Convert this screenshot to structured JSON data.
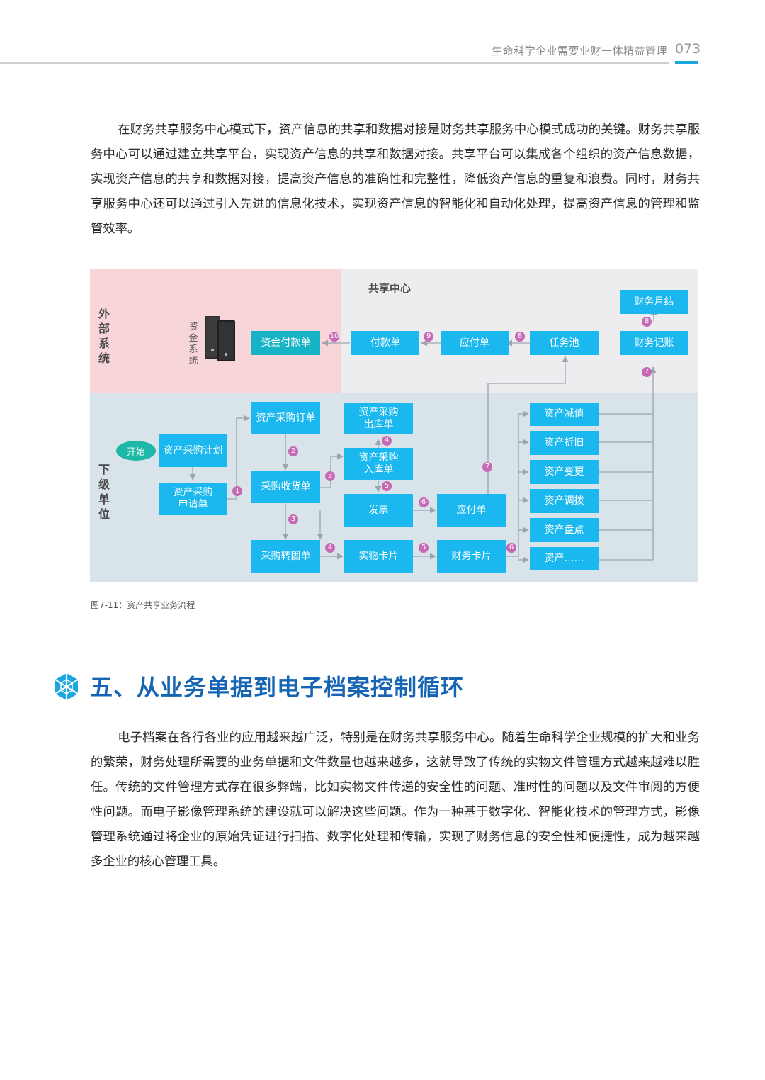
{
  "header": {
    "title": "生命科学企业需要业财一体精益管理",
    "page_number": "073"
  },
  "paragraph1": "在财务共享服务中心模式下，资产信息的共享和数据对接是财务共享服务中心模式成功的关键。财务共享服务中心可以通过建立共享平台，实现资产信息的共享和数据对接。共享平台可以集成各个组织的资产信息数据，实现资产信息的共享和数据对接，提高资产信息的准确性和完整性，降低资产信息的重复和浪费。同时，财务共享服务中心还可以通过引入先进的信息化技术，实现资产信息的智能化和自动化处理，提高资产信息的管理和监管效率。",
  "diagram": {
    "zones": {
      "external": "外部系统",
      "shared": "共享中心",
      "lower": "下级单位"
    },
    "fund_system_label": "资金系统",
    "boxes": {
      "fund_payment": "资金付款单",
      "payment": "付款单",
      "payable_top": "应付单",
      "task_pool": "任务池",
      "monthly_close": "财务月结",
      "bookkeeping": "财务记账",
      "start": "开始",
      "purchase_plan": "资产采购计划",
      "purchase_request": "资产采购申请单",
      "purchase_order": "资产采购订单",
      "outbound": "资产采购出库单",
      "inbound": "资产采购入库单",
      "receiving": "采购收货单",
      "invoice": "发票",
      "payable_mid": "应付单",
      "transfer_fixed": "采购转固单",
      "physical_card": "实物卡片",
      "finance_card": "财务卡片",
      "impairment": "资产减值",
      "depreciation": "资产折旧",
      "change": "资产变更",
      "allocation": "资产调拨",
      "inventory": "资产盘点",
      "more": "资产……"
    },
    "steps": {
      "s10": "10",
      "s9": "9",
      "s8a": "8",
      "s8b": "8",
      "s7a": "7",
      "s1": "1",
      "s2": "2",
      "s3a": "3",
      "s4a": "4",
      "s5a": "5",
      "s6a": "6",
      "s7b": "7",
      "s3b": "3",
      "s4b": "4",
      "s5b": "5",
      "s6b": "6"
    },
    "colors": {
      "box": "#1ab8ef",
      "teal": "#15b3c5",
      "step": "#c769b4"
    }
  },
  "caption": "图7-11：资产共享业务流程",
  "section_title": "五、从业务单据到电子档案控制循环",
  "paragraph2": "电子档案在各行各业的应用越来越广泛，特别是在财务共享服务中心。随着生命科学企业规模的扩大和业务的繁荣，财务处理所需要的业务单据和文件数量也越来越多，这就导致了传统的实物文件管理方式越来越难以胜任。传统的文件管理方式存在很多弊端，比如实物文件传递的安全性的问题、准时性的问题以及文件审阅的方便性问题。而电子影像管理系统的建设就可以解决这些问题。作为一种基于数字化、智能化技术的管理方式，影像管理系统通过将企业的原始凭证进行扫描、数字化处理和传输，实现了财务信息的安全性和便捷性，成为越来越多企业的核心管理工具。"
}
